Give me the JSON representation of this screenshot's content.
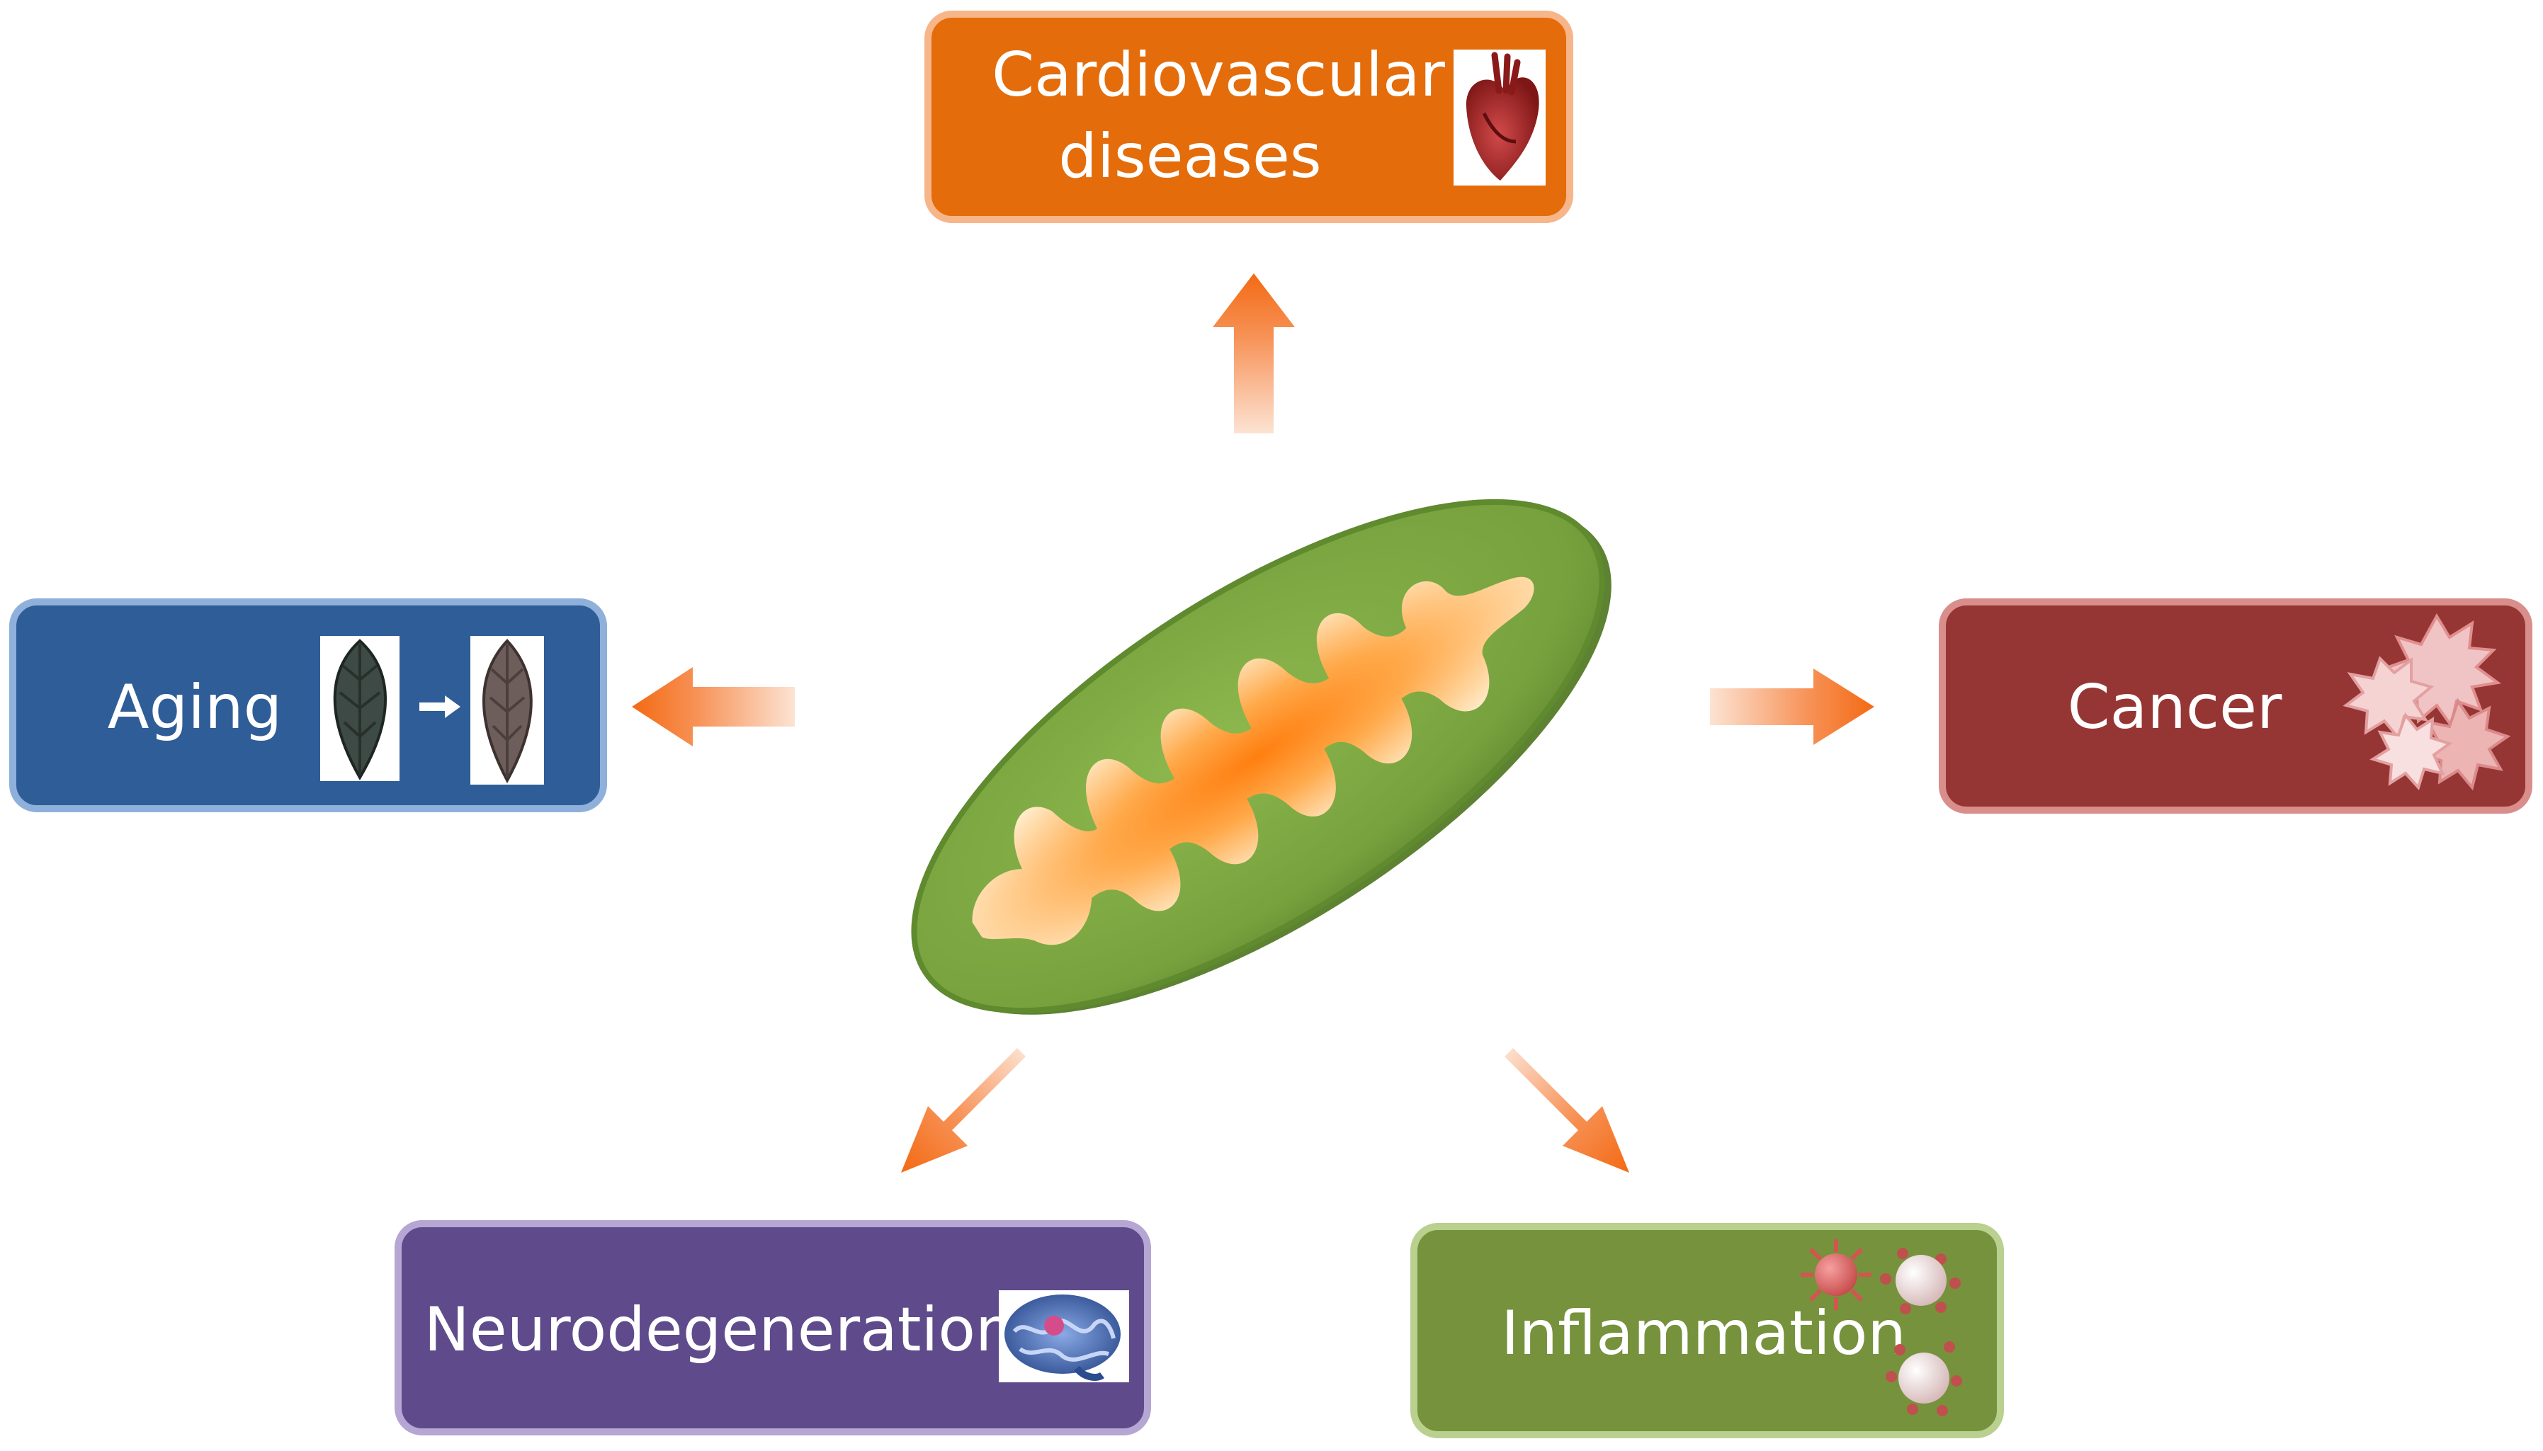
{
  "boxes": {
    "cardiovascular": {
      "label_line1": "Cardiovascular",
      "label_line2": "diseases",
      "icon": "heart-icon",
      "color": "#E46C0A"
    },
    "aging": {
      "label": "Aging",
      "icon": "leaf-aging-icon",
      "color": "#2F5D97"
    },
    "cancer": {
      "label": "Cancer",
      "icon": "cancer-cell-icon",
      "color": "#963634"
    },
    "neurodegeneration": {
      "label": "Neurodegeneration",
      "icon": "brain-icon",
      "color": "#5F4B8B"
    },
    "inflammation": {
      "label": "Inflammation",
      "icon": "immune-cells-icon",
      "color": "#76923C"
    }
  },
  "center": {
    "icon": "mitochondrion-icon",
    "outer_color": "#77A13D",
    "inner_color": "#FF8A1E"
  },
  "arrow_color": "#F36A13"
}
